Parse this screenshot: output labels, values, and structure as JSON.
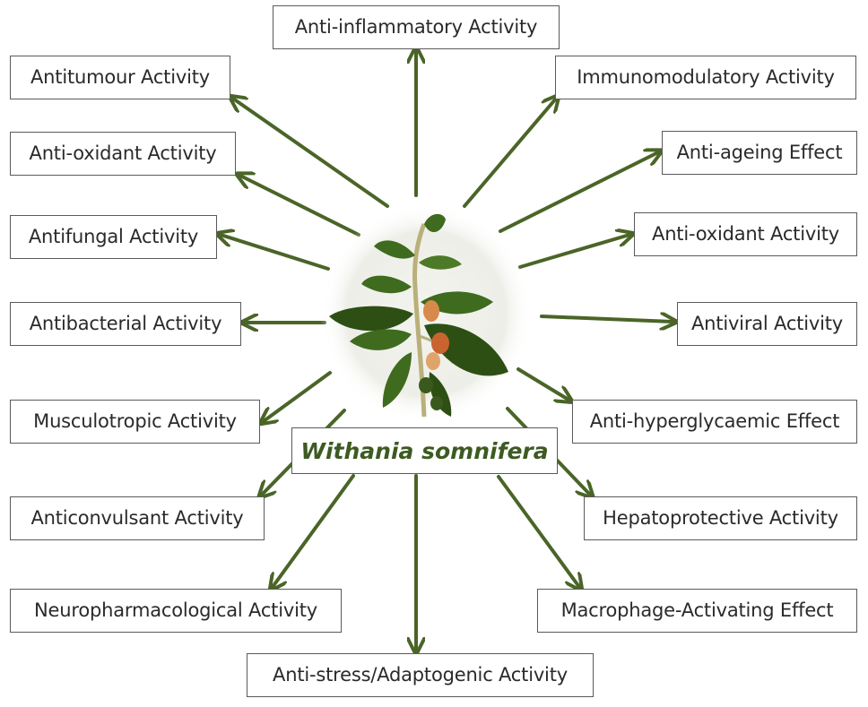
{
  "center": {
    "label": "Withania somnifera"
  },
  "colors": {
    "arrow": "#4a6527",
    "leaf": "#3f6b1f",
    "leaf_dark": "#2d4f14",
    "stem": "#b9b07a",
    "flower": "#d88a4a",
    "node_border": "#5a5a5a",
    "center_text": "#3c5a22"
  },
  "activities": [
    "Anti-inflammatory Activity",
    "Antitumour Activity",
    "Immunomodulatory Activity",
    "Anti-oxidant Activity",
    "Anti-ageing Effect",
    "Antifungal Activity",
    "Anti-oxidant Activity",
    "Antibacterial Activity",
    "Antiviral Activity",
    "Musculotropic Activity",
    "Anti-hyperglycaemic Effect",
    "Anticonvulsant Activity",
    "Hepatoprotective Activity",
    "Neuropharmacological Activity",
    "Macrophage-Activating Effect",
    "Anti-stress/Adaptogenic Activity"
  ]
}
